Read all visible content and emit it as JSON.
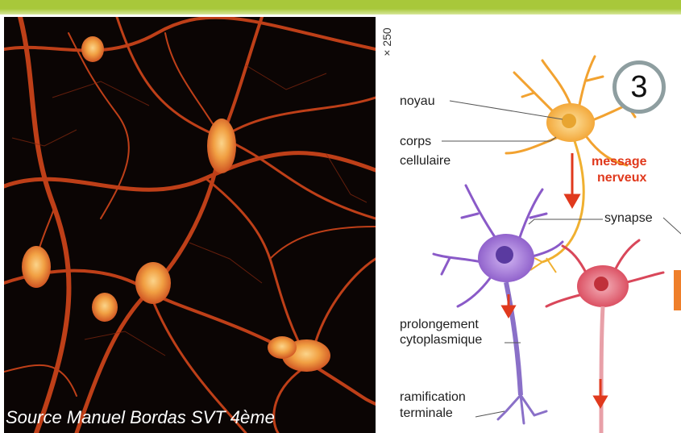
{
  "magnification": "× 250",
  "source_caption": "Source Manuel Bordas SVT 4ème",
  "figure_number": "3",
  "labels": {
    "noyau": "noyau",
    "corps_1": "corps",
    "corps_2": "cellulaire",
    "message_1": "message",
    "message_2": "nerveux",
    "synapse": "synapse",
    "prolongement_1": "prolongement",
    "prolongement_2": "cytoplasmique",
    "ramification_1": "ramification",
    "ramification_2": "terminale"
  },
  "colors": {
    "header_bar": "#a8c83a",
    "message_red": "#e0391d",
    "neuron_orange": "#f2a230",
    "neuron_purple": "#8a5ac8",
    "neuron_pink": "#d9475a",
    "badge_border": "#8e9ea0"
  }
}
